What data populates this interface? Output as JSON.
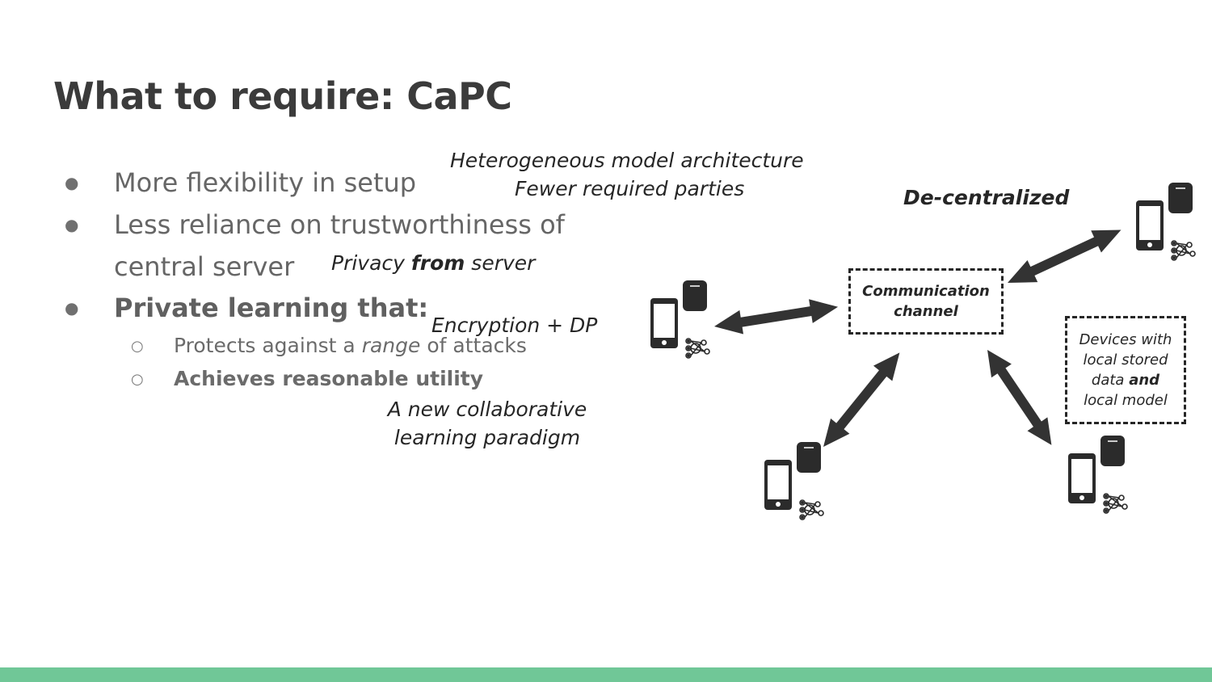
{
  "slide": {
    "title": "What to require: CaPC",
    "bullets": [
      {
        "text": "More flexibility in setup"
      },
      {
        "text": "Less reliance on trustworthiness of"
      },
      {
        "text": "central server"
      },
      {
        "text": "Private learning that:"
      }
    ],
    "sub_bullets": [
      {
        "prefix": "Protects against a ",
        "italic": "range",
        "suffix": " of attacks"
      },
      {
        "text": "Achieves reasonable utility"
      }
    ],
    "annotations": {
      "heterogeneous": "Heterogeneous model architecture",
      "fewer_parties": "Fewer required parties",
      "privacy_prefix": "Privacy ",
      "privacy_bold": "from",
      "privacy_suffix": " server",
      "encryption": "Encryption + DP",
      "paradigm_line1": "A new collaborative",
      "paradigm_line2": "learning paradigm"
    },
    "diagram": {
      "decentralized_label": "De-centralized",
      "comm_line1": "Communication",
      "comm_line2": "channel",
      "devices_line1": "Devices with",
      "devices_line2": "local stored",
      "devices_line3_prefix": "data ",
      "devices_line3_bold": "and",
      "devices_line4": "local model"
    },
    "bullet_glyph": "●",
    "sub_bullet_glyph": "○",
    "colors": {
      "accent_bar": "#70c797",
      "title": "#3b3b3b",
      "arrow": "#333333"
    }
  }
}
